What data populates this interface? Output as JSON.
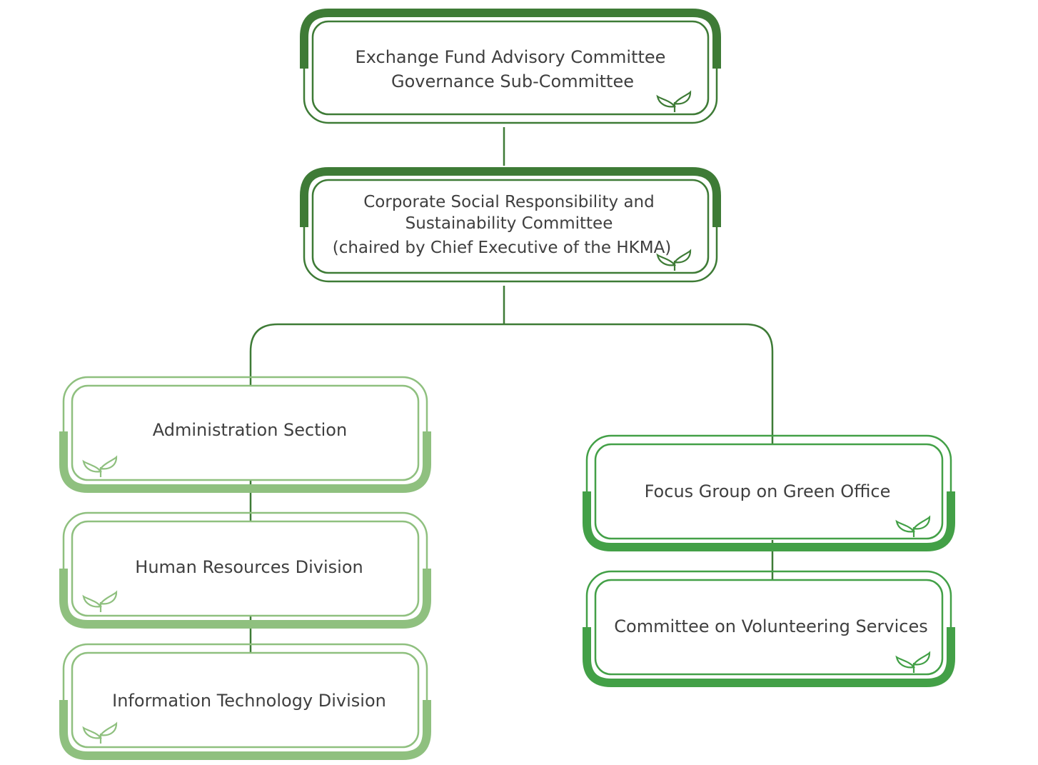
{
  "nodes": {
    "exchange_fund": {
      "line1": "Exchange Fund Advisory Committee",
      "line2": "Governance Sub-Committee"
    },
    "csr_committee": {
      "line1": "Corporate Social Responsibility and",
      "line2": "Sustainability Committee",
      "line3": "(chaired by Chief Executive of the HKMA)"
    },
    "administration": {
      "line1": "Administration Section"
    },
    "human_resources": {
      "line1": "Human Resources Division"
    },
    "information_technology": {
      "line1": "Information Technology Division"
    },
    "green_office": {
      "line1": "Focus Group on Green Office"
    },
    "volunteering": {
      "line1": "Committee on Volunteering Services"
    }
  },
  "icons": {
    "node_icon": "leaf-sprout-icon"
  },
  "colors": {
    "dark_green": "#3e7b36",
    "mid_green": "#43a047",
    "light_green": "#8fc07f",
    "connector": "#3e7b36",
    "text": "#3f3f3f"
  }
}
